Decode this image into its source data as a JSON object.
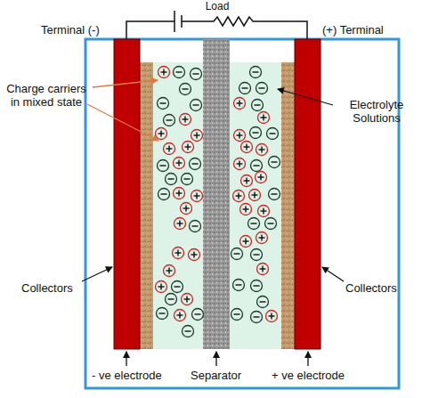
{
  "diagram": {
    "labels": [
      "Load",
      "Terminal (-)",
      "(+) Terminal",
      "Charge carriers in mixed state",
      "Electrolyte Solutions",
      "Collectors",
      "Collectors",
      "- ve electrode",
      "Separator",
      "+ ve electrode"
    ]
  }
}
